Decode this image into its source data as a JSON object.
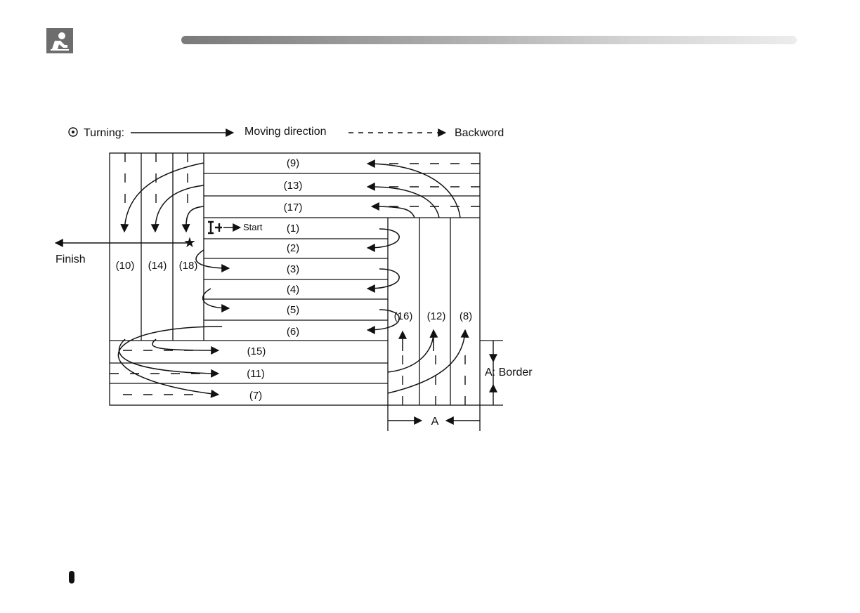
{
  "header": {
    "icon": "driver-seat-icon"
  },
  "legend": {
    "turning_label": "Turning:",
    "moving_label": "Moving direction",
    "backward_label": "Backword"
  },
  "labels": {
    "finish": "Finish",
    "start": "Start",
    "border": "A: Border",
    "a": "A"
  },
  "sections": {
    "s1": "(1)",
    "s2": "(2)",
    "s3": "(3)",
    "s4": "(4)",
    "s5": "(5)",
    "s6": "(6)",
    "s7": "(7)",
    "s8": "(8)",
    "s9": "(9)",
    "s10": "(10)",
    "s11": "(11)",
    "s12": "(12)",
    "s13": "(13)",
    "s14": "(14)",
    "s15": "(15)",
    "s16": "(16)",
    "s17": "(17)",
    "s18": "(18)"
  }
}
